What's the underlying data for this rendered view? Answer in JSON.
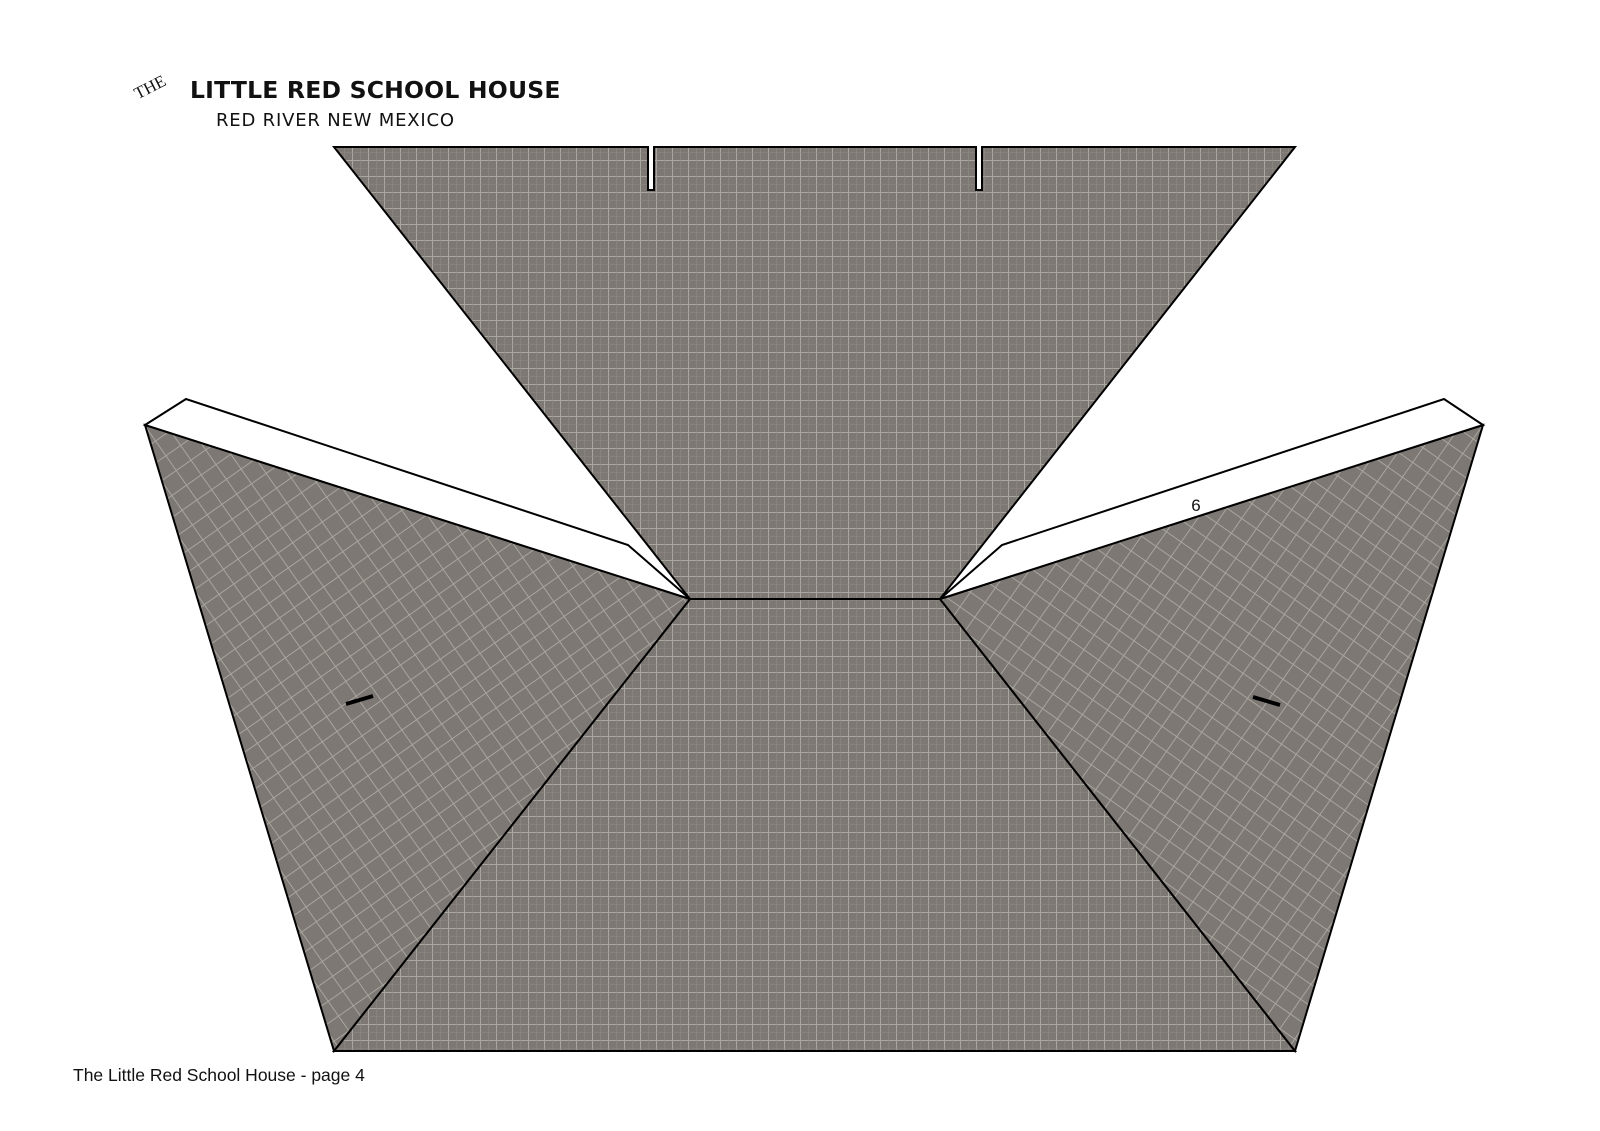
{
  "header": {
    "prefix": "THE",
    "title": "LITTLE RED SCHOOL HOUSE",
    "subtitle": "RED RIVER NEW MEXICO"
  },
  "template": {
    "part_number": "6"
  },
  "footer": {
    "caption": "The Little Red School House - page 4"
  },
  "colors": {
    "roof_fill": "#7d7873",
    "grid_line": "#a8a49e",
    "outline": "#000000",
    "tab_fill": "#ffffff"
  }
}
